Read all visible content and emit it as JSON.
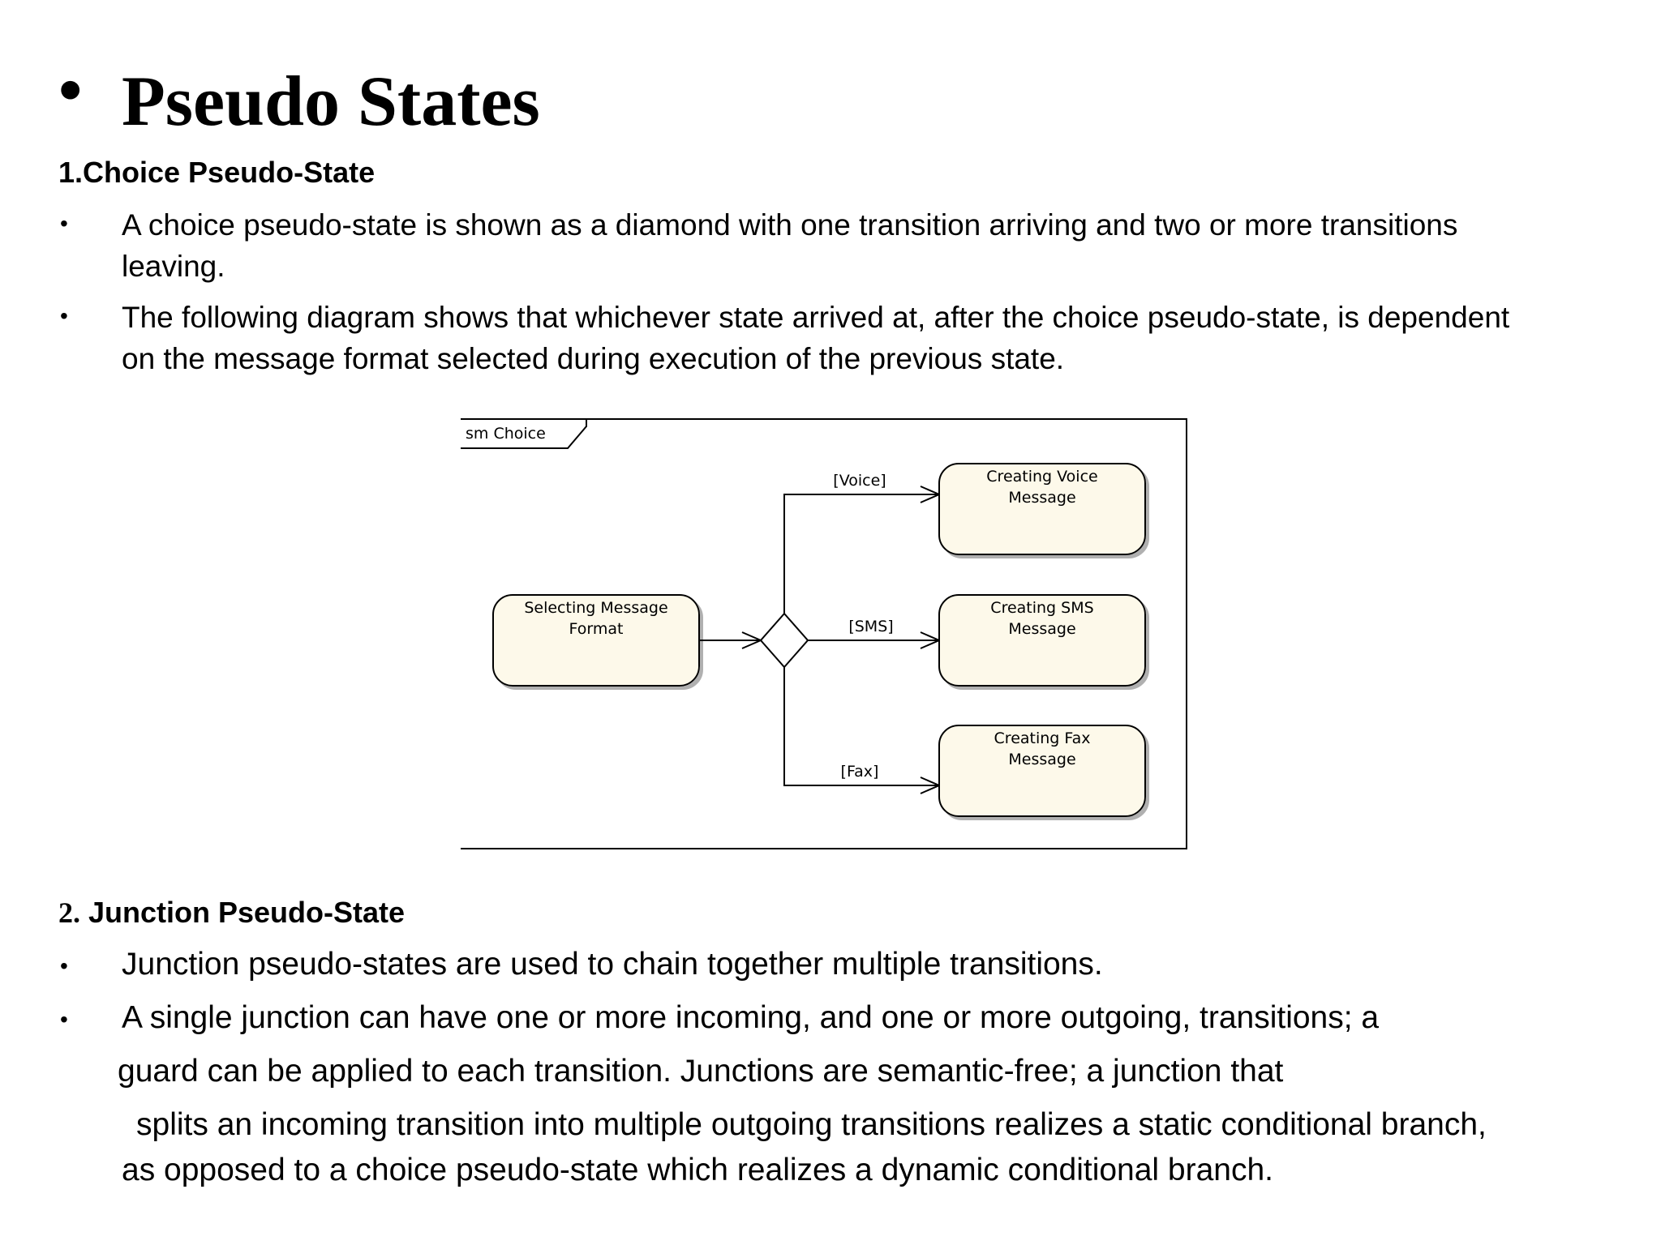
{
  "slide": {
    "title_bullet": "•",
    "title": "Pseudo States"
  },
  "section1": {
    "heading": "1.Choice Pseudo-State",
    "bullets": [
      {
        "marker": "•",
        "lines": [
          "A choice pseudo-state is shown as a diamond with one transition arriving and two or more transitions",
          "leaving."
        ]
      },
      {
        "marker": "•",
        "lines": [
          "The following diagram shows that whichever state arrived at, after the choice pseudo-state, is dependent",
          "on the message format selected during execution of the previous state."
        ]
      }
    ]
  },
  "diagram": {
    "frame_label": "sm Choice",
    "source_state": {
      "line1": "Selecting Message",
      "line2": "Format"
    },
    "guards": {
      "voice": "[Voice]",
      "sms": "[SMS]",
      "fax": "[Fax]"
    },
    "target_states": [
      {
        "line1": "Creating Voice",
        "line2": "Message"
      },
      {
        "line1": "Creating SMS",
        "line2": "Message"
      },
      {
        "line1": "Creating Fax",
        "line2": "Message"
      }
    ],
    "colors": {
      "state_fill": "#fdf9ea",
      "line": "#000000",
      "shadow": "#b0b0b0"
    }
  },
  "section2": {
    "heading_number": "2.",
    "heading_text": " Junction Pseudo-State",
    "bullet1": {
      "marker": "•",
      "text": "Junction pseudo-states are used to chain together multiple transitions."
    },
    "bullet2": {
      "marker": "•",
      "lines": [
        "A single junction can have one or more incoming, and one or more outgoing, transitions; a",
        "guard can be applied to each transition. Junctions are semantic-free; a junction that",
        "splits an incoming transition into multiple outgoing transitions realizes a static conditional branch,",
        "as opposed to a choice pseudo-state which realizes a dynamic  conditional branch."
      ]
    }
  }
}
